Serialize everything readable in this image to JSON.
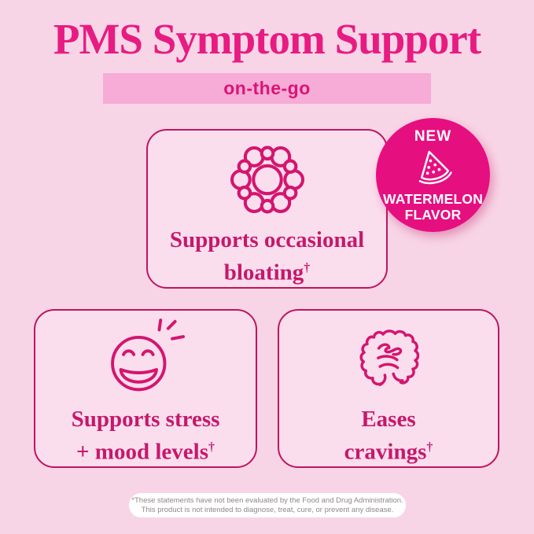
{
  "title": "PMS Symptom Support",
  "banner": {
    "label": "on-the-go"
  },
  "badge": {
    "top_label": "NEW",
    "icon": "watermelon-icon",
    "flavor_line1": "WATERMELON",
    "flavor_line2": "FLAVOR"
  },
  "cards": {
    "bloating": {
      "icon": "molecule-cluster-icon",
      "line1": "Supports occasional",
      "line2": "bloating",
      "footnote_mark": "†"
    },
    "stress": {
      "icon": "laughing-face-icon",
      "line1": "Supports stress",
      "line2": "+ mood levels",
      "footnote_mark": "†"
    },
    "cravings": {
      "icon": "intestines-icon",
      "line1": "Eases",
      "line2": "cravings",
      "footnote_mark": "†"
    }
  },
  "footer": {
    "line1": "*These statements have not been evaluated by the Food and Drug Administration.",
    "line2": "This product is not intended to diagnose, treat, cure, or prevent any disease."
  },
  "colors": {
    "background": "#f8d5e6",
    "card_fill": "#fbdeee",
    "card_border": "#c0145f",
    "accent_magenta": "#e81b82",
    "banner_fill": "#f7abd7",
    "banner_text": "#da1478",
    "badge_fill": "#e60f80",
    "badge_text": "#ffffff",
    "icon_stroke": "#d4156e",
    "card_text": "#c6186b",
    "footer_text": "#8e888c"
  }
}
